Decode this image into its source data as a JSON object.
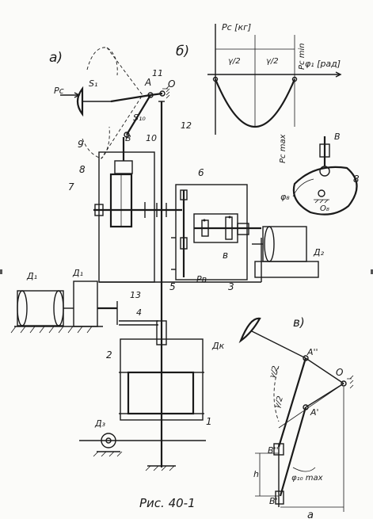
{
  "figure": {
    "caption": "Рис. 40-1",
    "panel_a": "а)",
    "panel_b": "б)",
    "panel_v": "в)"
  },
  "mechanism_labels": {
    "pc": "Pc",
    "s1": "S₁",
    "a": "A",
    "n11": "11",
    "o": "O",
    "s10": "S₁₀",
    "n12": "12",
    "b": "B",
    "n10": "10",
    "n9": "9",
    "n8": "8",
    "n7": "7",
    "n6": "6",
    "n5": "5",
    "n3": "3",
    "pb": "Pв",
    "b_gear": "в",
    "d2": "Д₂",
    "d1a": "Д₁",
    "d1b": "Д₁",
    "n13": "13",
    "n4": "4",
    "n2": "2",
    "dk": "Дк",
    "n1": "1",
    "d3": "Д₃"
  },
  "graph": {
    "y_label": "Pc [кг]",
    "x_label": "φ₁ [рад]",
    "half_left": "γ/2",
    "half_right": "γ/2",
    "pc_max": "Pc max",
    "pc_min": "Pc min"
  },
  "cam_labels": {
    "b": "B",
    "n8": "8",
    "phi8": "φ₈",
    "o8": "O₈"
  },
  "linkage_labels": {
    "a_pp": "A''",
    "a_p": "A'",
    "o": "O",
    "b_pp": "B''",
    "b_p": "B'",
    "gamma1": "γ/2",
    "gamma2": "γ/2",
    "h": "h",
    "phi10": "φ₁₀ max",
    "a": "a"
  }
}
